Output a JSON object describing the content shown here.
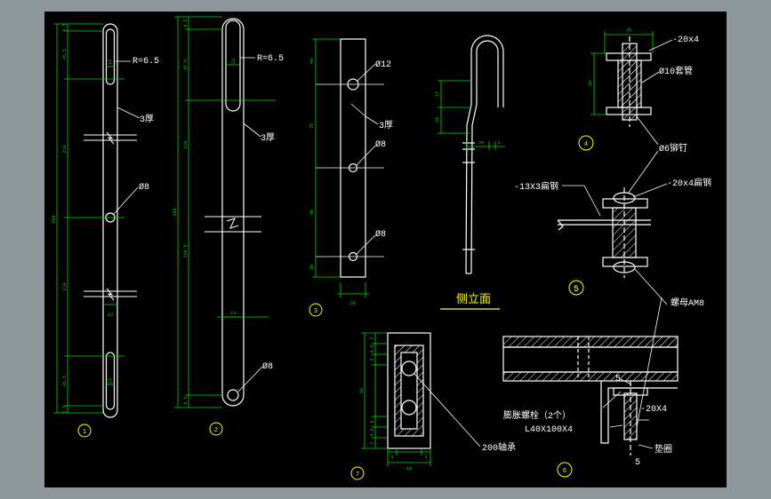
{
  "colors": {
    "frame_bg": "#8e979c",
    "canvas_bg": "#000000",
    "line": "#ffffff",
    "dim": "#00dd00",
    "label": "#ffffff",
    "bubble": "#ffff00",
    "leader": "#ffffff"
  },
  "part1": {
    "r_label": "R=6.5",
    "thk_label": "3厚",
    "hole_label": "Ø8",
    "marker": "1",
    "dims": {
      "total": "560",
      "top_a": "6.5",
      "top_b": "45.5",
      "mid_a": "210",
      "mid_b": "210",
      "bot_b": "45.5",
      "bot_a": "6.5",
      "slot_w": "13",
      "slot_w2": "13",
      "bar_w": "13"
    }
  },
  "part2": {
    "r_label": "R=6.5",
    "thk_label": "3厚",
    "hole_label": "Ø8",
    "marker": "2",
    "dims": {
      "total": "280",
      "top_a": "6.5",
      "top_b": "45.5",
      "mid_a": "210",
      "bot_a": "229.5",
      "bot_b": "6.5",
      "bar_w": "13",
      "slot_w": "13"
    }
  },
  "part3": {
    "hole1_label": "Ø12",
    "thk_label": "3厚",
    "hole2_label": "Ø8",
    "hole3_label": "Ø8",
    "marker": "3",
    "dims": {
      "d1": "40",
      "d2": "75",
      "d3": "90",
      "d4": "20",
      "width": "20"
    }
  },
  "side_view": {
    "title": "侧立面",
    "dims": {
      "d1": "27",
      "d2": "20",
      "d3": "24",
      "d4": "3"
    }
  },
  "detail4": {
    "marker": "4",
    "flat_label": "-20x4",
    "sleeve_label": "Ø10套管",
    "dims": {
      "width": "20",
      "height": "30"
    }
  },
  "detail5": {
    "rivet_label": "Ø6铆钉",
    "flat13_label": "-13X3扁钢",
    "flat20_label": "-20x4扁钢",
    "nut_label": "螺母AM8",
    "marker": "5"
  },
  "detail7": {
    "marker": "7",
    "bearing_label": "200轴承",
    "dims": {
      "v1": "7",
      "v2": "4.5",
      "v3": "5",
      "v4": "90",
      "v5": "5",
      "v6": "4.5",
      "v7": "7",
      "h1": "3",
      "h2": "3",
      "h3": "18"
    }
  },
  "detail6": {
    "marker": "6",
    "section_label": "5",
    "section_label2": "5",
    "flat_label": "-20X4",
    "bolt_label": "膨胀螺栓（2个）",
    "angle_label": "L40X100X4",
    "washer_label": "垫圈"
  }
}
